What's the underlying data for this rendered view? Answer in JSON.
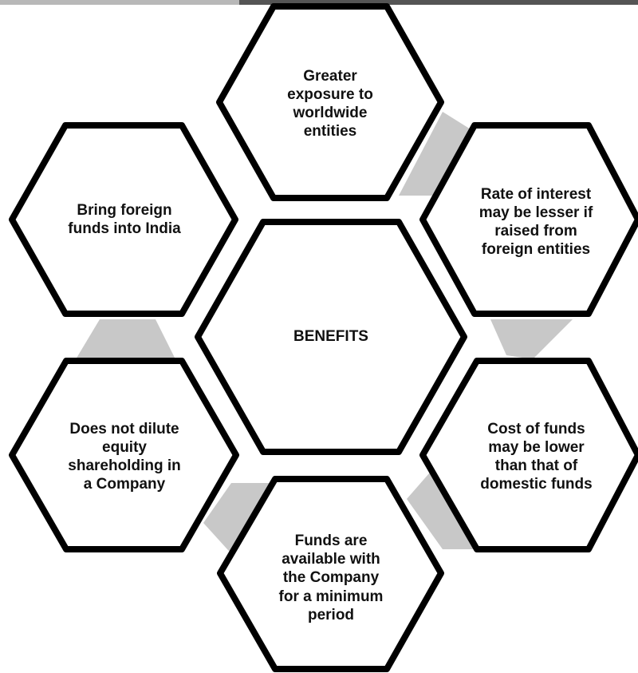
{
  "center": {
    "label": "BENEFITS"
  },
  "benefits": [
    {
      "label": "Greater\nexposure to\nworldwide\nentities"
    },
    {
      "label": "Rate of interest\nmay be lesser if\nraised from\nforeign entities"
    },
    {
      "label": "Cost of funds\nmay be lower\nthan that of\ndomestic funds"
    },
    {
      "label": "Funds are\navailable with\nthe Company\nfor a minimum\nperiod"
    },
    {
      "label": "Does not dilute\nequity\nshareholding in\na Company"
    },
    {
      "label": "Bring foreign\nfunds into India"
    }
  ],
  "colors": {
    "hex_fill": "#ffffff",
    "hex_stroke": "#000000",
    "connector": "#c8c8c8",
    "text": "#111111",
    "top_strip": "#444444"
  }
}
